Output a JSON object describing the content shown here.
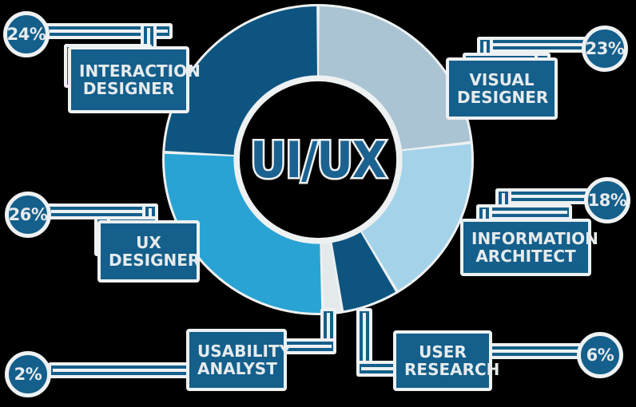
{
  "center": {
    "text": "UI/UX"
  },
  "colors": {
    "background": "#000000",
    "outline": "#eef1f2",
    "callout_fill": "#145f8b",
    "callout_text": "#e6ebed",
    "center_text": "#1b6291",
    "segment_interaction_designer": "#0d5580",
    "segment_visual_designer": "#aac4d4",
    "segment_information_architect": "#a4d3e9",
    "segment_user_research": "#0d5580",
    "segment_usability_analyst": "#e4e9eb",
    "segment_ux_designer": "#29a3d4"
  },
  "chart_data": {
    "type": "pie",
    "title": "UI/UX",
    "subtitle": "",
    "xlabel": "",
    "ylabel": "",
    "units": "percent",
    "start_angle_deg": 0,
    "direction": "clockwise",
    "inner_radius_ratio": 0.55,
    "legend_position": "callouts",
    "categories": [
      "VISUAL DESIGNER",
      "INFORMATION ARCHITECT",
      "USER RESEARCH",
      "USABILITY ANALYST",
      "UX DESIGNER",
      "INTERACTION DESIGNER"
    ],
    "values": [
      23,
      18,
      6,
      2,
      26,
      24
    ],
    "labels": [
      "23%",
      "18%",
      "6%",
      "2%",
      "26%",
      "24%"
    ],
    "slice_colors": [
      "#aac4d4",
      "#a4d3e9",
      "#0d5580",
      "#e4e9eb",
      "#29a3d4",
      "#0d5580"
    ]
  },
  "callouts": [
    {
      "id": "interaction-designer",
      "percent": "24%",
      "line1": "INTERACTION",
      "line2": "DESIGNER"
    },
    {
      "id": "visual-designer",
      "percent": "23%",
      "line1": "VISUAL",
      "line2": "DESIGNER"
    },
    {
      "id": "ux-designer",
      "percent": "26%",
      "line1": "UX",
      "line2": "DESIGNER"
    },
    {
      "id": "information-architect",
      "percent": "18%",
      "line1": "INFORMATION",
      "line2": "ARCHITECT"
    },
    {
      "id": "usability-analyst",
      "percent": "2%",
      "line1": "USABILITY",
      "line2": "ANALYST"
    },
    {
      "id": "user-research",
      "percent": "6%",
      "line1": "USER",
      "line2": "RESEARCH"
    }
  ]
}
